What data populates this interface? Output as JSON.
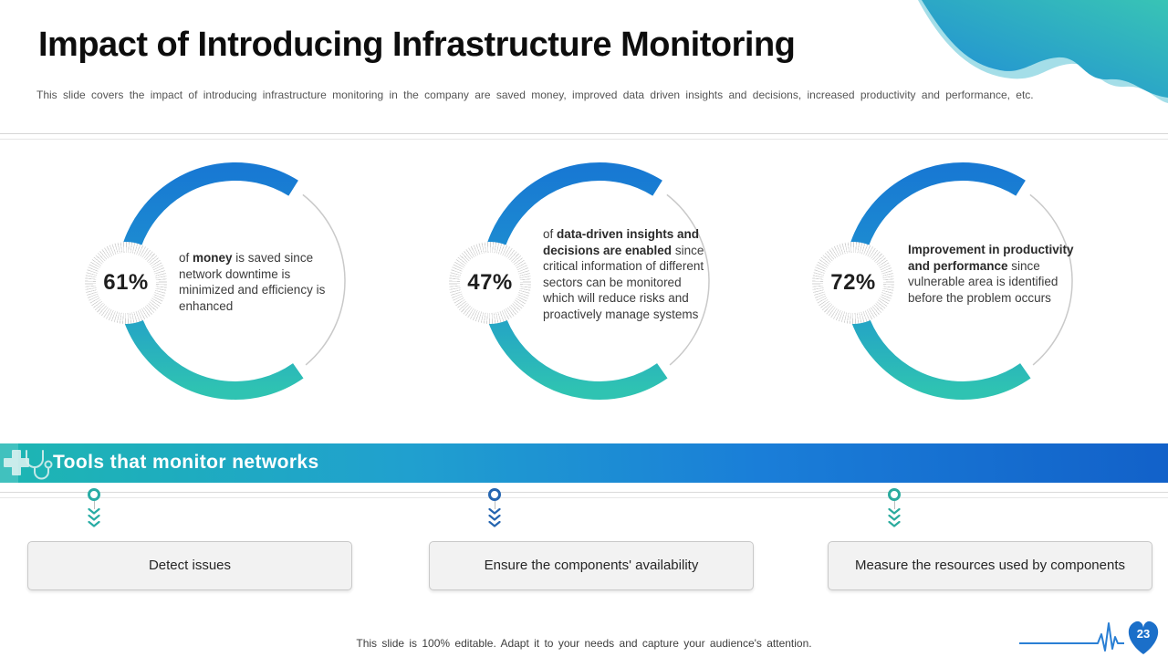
{
  "header": {
    "title": "Impact of Introducing Infrastructure Monitoring",
    "subtitle": "This slide covers the impact of introducing infrastructure monitoring in the company are saved money, improved data driven insights and decisions, increased productivity and performance, etc."
  },
  "stats": [
    {
      "value": "61%",
      "segments": [
        {
          "text": "of ",
          "bold": false
        },
        {
          "text": "money",
          "bold": true
        },
        {
          "text": " is saved since network downtime is minimized and efficiency is enhanced",
          "bold": false
        }
      ]
    },
    {
      "value": "47%",
      "segments": [
        {
          "text": "of ",
          "bold": false
        },
        {
          "text": "data-driven insights and decisions are enabled",
          "bold": true
        },
        {
          "text": " since critical information of different sectors can be monitored which will reduce risks and proactively manage systems",
          "bold": false
        }
      ]
    },
    {
      "value": "72%",
      "segments": [
        {
          "text": "Improvement in productivity and performance",
          "bold": true
        },
        {
          "text": " since vulnerable area is identified before the problem occurs",
          "bold": false
        }
      ]
    }
  ],
  "section_banner": {
    "title": "Tools that monitor networks",
    "icon": "medical-cross-and-stethoscope"
  },
  "tools": [
    {
      "label": "Detect issues"
    },
    {
      "label": "Ensure the components' availability"
    },
    {
      "label": "Measure the resources used by components"
    }
  ],
  "footer": {
    "note": "This slide is 100% editable. Adapt it to your needs and capture your audience's attention.",
    "page_number": "23"
  },
  "colors": {
    "arc_top_blue": "#1879d3",
    "arc_bottom_teal": "#2fc3b2",
    "banner_teal": "#1db6b2",
    "banner_blue": "#1261c9",
    "connector_1": "#28aca5",
    "connector_2": "#2565b0",
    "connector_3": "#2bab9e",
    "page_badge_blue": "#1b6fc9"
  }
}
